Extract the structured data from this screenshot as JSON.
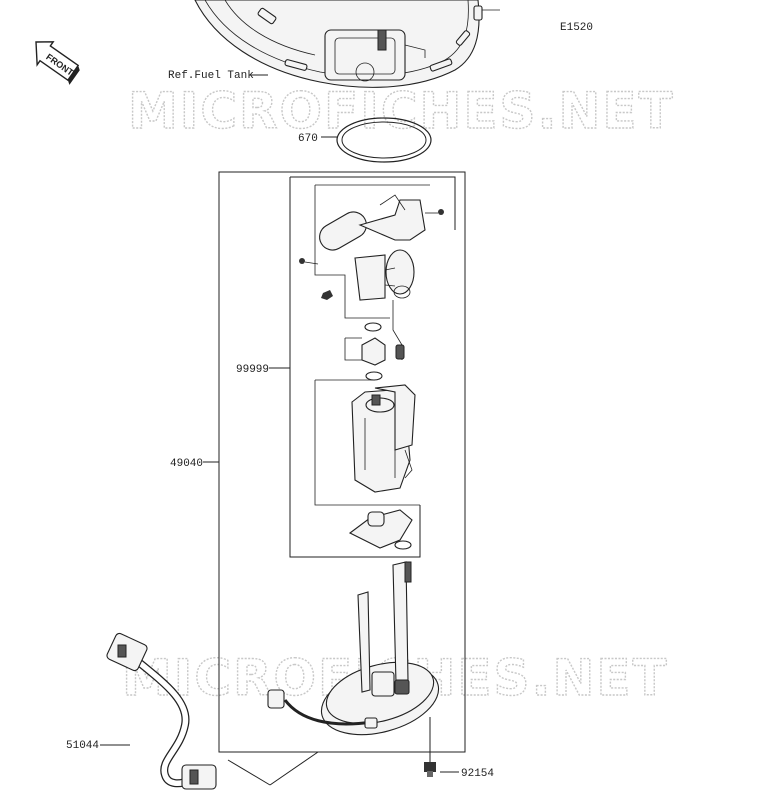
{
  "diagram_code": "E1520",
  "front_label": "FRONT",
  "watermark": "MICROFICHES.NET",
  "ref_label": "Ref.Fuel Tank",
  "parts": {
    "gasket": "670",
    "sub_assembly": "99999",
    "pump_assembly": "49040",
    "harness": "51044",
    "bolt": "92154"
  }
}
